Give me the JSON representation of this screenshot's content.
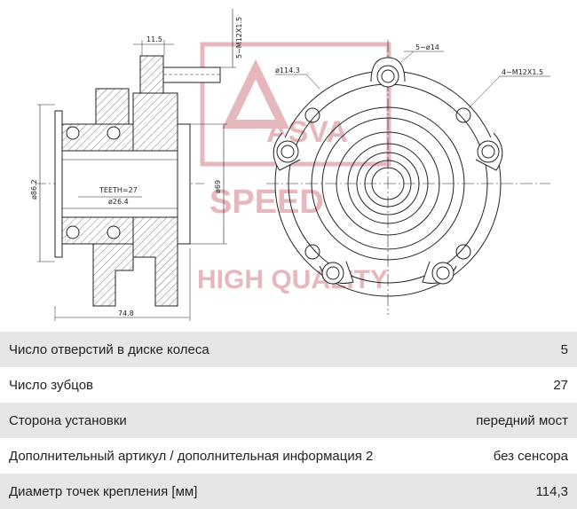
{
  "watermark": {
    "brand": "ASVA",
    "brand_sub": "SPEED",
    "tagline": "HIGH QUALITY",
    "color": "#e6b8bd"
  },
  "drawing": {
    "dims": {
      "thread_stud": "5−M12X1.5",
      "flange_width": "11.5",
      "outer_diameter": "ø86.2",
      "bore_diameter": "ø69",
      "teeth": "TEETH=27",
      "spline_diameter": "ø26.4",
      "overall_length": "74.8",
      "pcd": "ø114.3",
      "holes": "5−ø14",
      "mount_thread": "4−M12X1.5"
    }
  },
  "specs": [
    {
      "label": "Число отверстий в диске колеса",
      "value": "5"
    },
    {
      "label": "Число зубцов",
      "value": "27"
    },
    {
      "label": "Сторона установки",
      "value": "передний мост"
    },
    {
      "label": "Дополнительный артикул / дополнительная информация 2",
      "value": "без сенсора"
    },
    {
      "label": "Диаметр точек крепления [мм]",
      "value": "114,3"
    }
  ]
}
